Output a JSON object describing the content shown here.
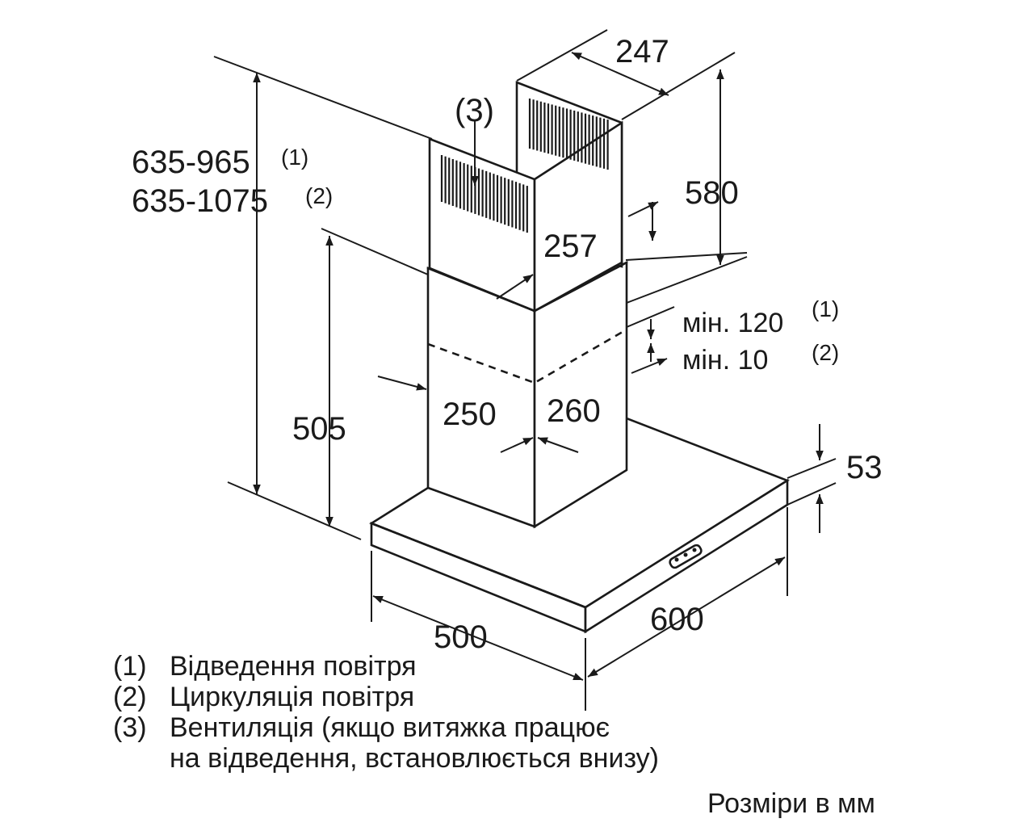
{
  "dimensions": {
    "chimney_top_depth": "247",
    "grille_callout": "(3)",
    "total_height_range_1": "635-965",
    "total_height_range_1_note": "(1)",
    "total_height_range_2": "635-1075",
    "total_height_range_2_note": "(2)",
    "upper_chimney_height": "580",
    "upper_chimney_width": "257",
    "min_gap_1": "мін. 120",
    "min_gap_1_note": "(1)",
    "min_gap_2": "мін. 10",
    "min_gap_2_note": "(2)",
    "lower_chimney_height": "505",
    "lower_chimney_depth": "250",
    "lower_chimney_width": "260",
    "canopy_thickness": "53",
    "canopy_depth": "500",
    "canopy_width": "600"
  },
  "legend": [
    {
      "num": "(1)",
      "text": "Відведення повітря"
    },
    {
      "num": "(2)",
      "text": "Циркуляція повітря"
    },
    {
      "num": "(3)",
      "text": "Вентиляція (якщо витяжка працює"
    },
    {
      "num": "",
      "text": "на відведення, встановлюється внизу)"
    }
  ],
  "units_note": "Розміри в мм"
}
